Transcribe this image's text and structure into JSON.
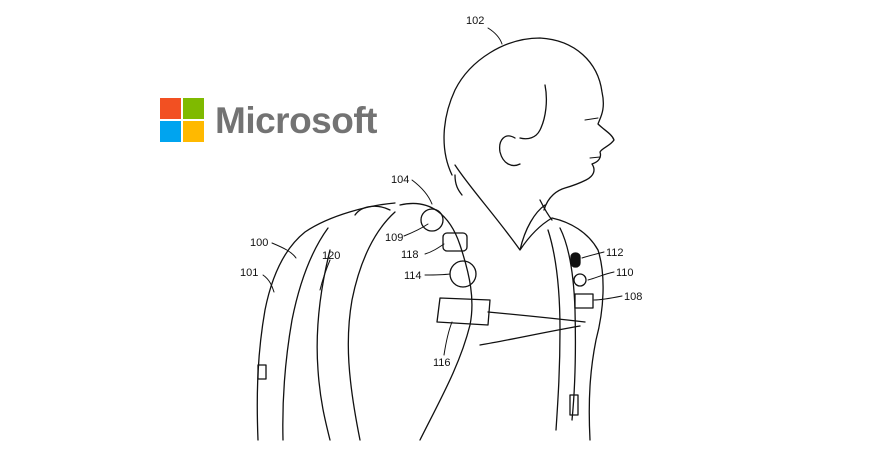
{
  "brand": {
    "name": "Microsoft",
    "colors": [
      "#f25022",
      "#7fba00",
      "#00a4ef",
      "#ffb900"
    ],
    "text_color": "#737373"
  },
  "figure": {
    "labels": [
      "102",
      "104",
      "100",
      "101",
      "120",
      "109",
      "118",
      "114",
      "116",
      "112",
      "110",
      "108"
    ]
  }
}
